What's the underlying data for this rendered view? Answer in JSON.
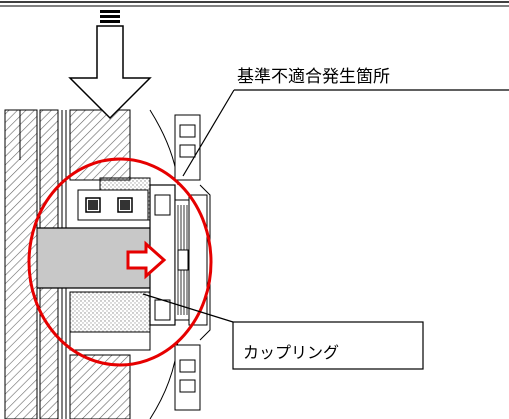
{
  "callouts": {
    "nonconformity_location": "基準不適合発生箇所",
    "coupling": "カップリング"
  },
  "colors": {
    "highlight_circle": "#e60000",
    "flow_arrow": "#e60000",
    "line": "#000000",
    "fill_gray": "#c8c8c8",
    "hatch": "#555555"
  },
  "icons": {
    "load_arrow": "hollow-down-arrow",
    "flow_arrow": "right-arrow"
  }
}
